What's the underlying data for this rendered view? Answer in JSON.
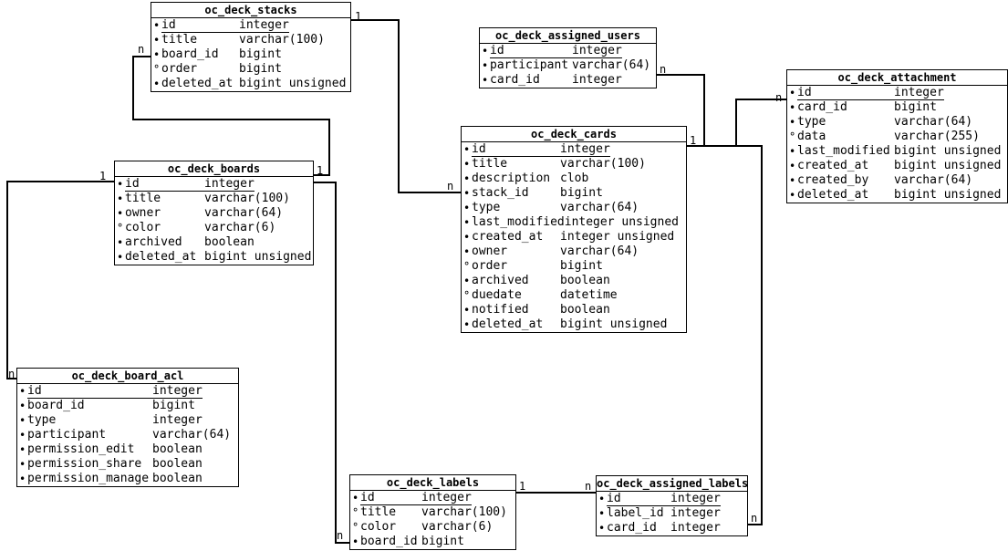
{
  "diagram": {
    "kind": "entity-relationship-diagram",
    "subject": "oc_deck database schema"
  },
  "colors": {
    "background": "#ffffff",
    "line": "#000000",
    "border": "#000000",
    "text": "#000000"
  },
  "tables": [
    {
      "name": "oc_deck_stacks",
      "fields": [
        {
          "bullet": "•",
          "name": "id",
          "type": "integer",
          "pk": true
        },
        {
          "bullet": "•",
          "name": "title",
          "type": "varchar(100)"
        },
        {
          "bullet": "•",
          "name": "board_id",
          "type": "bigint"
        },
        {
          "bullet": "°",
          "name": "order",
          "type": "bigint"
        },
        {
          "bullet": "•",
          "name": "deleted_at",
          "type": "bigint unsigned"
        }
      ]
    },
    {
      "name": "oc_deck_assigned_users",
      "fields": [
        {
          "bullet": "•",
          "name": "id",
          "type": "integer",
          "pk": true
        },
        {
          "bullet": "•",
          "name": "participant",
          "type": "varchar(64)"
        },
        {
          "bullet": "•",
          "name": "card_id",
          "type": "integer"
        }
      ]
    },
    {
      "name": "oc_deck_attachment",
      "fields": [
        {
          "bullet": "•",
          "name": "id",
          "type": "integer",
          "pk": true
        },
        {
          "bullet": "•",
          "name": "card_id",
          "type": "bigint"
        },
        {
          "bullet": "•",
          "name": "type",
          "type": "varchar(64)"
        },
        {
          "bullet": "°",
          "name": "data",
          "type": "varchar(255)"
        },
        {
          "bullet": "•",
          "name": "last_modified",
          "type": "bigint unsigned"
        },
        {
          "bullet": "•",
          "name": "created_at",
          "type": "bigint unsigned"
        },
        {
          "bullet": "•",
          "name": "created_by",
          "type": "varchar(64)"
        },
        {
          "bullet": "•",
          "name": "deleted_at",
          "type": "bigint unsigned"
        }
      ]
    },
    {
      "name": "oc_deck_cards",
      "fields": [
        {
          "bullet": "•",
          "name": "id",
          "type": "integer",
          "pk": true
        },
        {
          "bullet": "•",
          "name": "title",
          "type": "varchar(100)"
        },
        {
          "bullet": "•",
          "name": "description",
          "type": "clob"
        },
        {
          "bullet": "•",
          "name": "stack_id",
          "type": "bigint"
        },
        {
          "bullet": "•",
          "name": "type",
          "type": "varchar(64)"
        },
        {
          "bullet": "•",
          "name": "last_modified",
          "type": "integer unsigned"
        },
        {
          "bullet": "•",
          "name": "created_at",
          "type": "integer unsigned"
        },
        {
          "bullet": "•",
          "name": "owner",
          "type": "varchar(64)"
        },
        {
          "bullet": "°",
          "name": "order",
          "type": "bigint"
        },
        {
          "bullet": "•",
          "name": "archived",
          "type": "boolean"
        },
        {
          "bullet": "°",
          "name": "duedate",
          "type": "datetime"
        },
        {
          "bullet": "•",
          "name": "notified",
          "type": "boolean"
        },
        {
          "bullet": "•",
          "name": "deleted_at",
          "type": "bigint unsigned"
        }
      ]
    },
    {
      "name": "oc_deck_boards",
      "fields": [
        {
          "bullet": "•",
          "name": "id",
          "type": "integer",
          "pk": true
        },
        {
          "bullet": "•",
          "name": "title",
          "type": "varchar(100)"
        },
        {
          "bullet": "•",
          "name": "owner",
          "type": "varchar(64)"
        },
        {
          "bullet": "°",
          "name": "color",
          "type": "varchar(6)"
        },
        {
          "bullet": "•",
          "name": "archived",
          "type": "boolean"
        },
        {
          "bullet": "•",
          "name": "deleted_at",
          "type": "bigint unsigned"
        }
      ]
    },
    {
      "name": "oc_deck_board_acl",
      "fields": [
        {
          "bullet": "•",
          "name": "id",
          "type": "integer",
          "pk": true
        },
        {
          "bullet": "•",
          "name": "board_id",
          "type": "bigint"
        },
        {
          "bullet": "•",
          "name": "type",
          "type": "integer"
        },
        {
          "bullet": "•",
          "name": "participant",
          "type": "varchar(64)"
        },
        {
          "bullet": "•",
          "name": "permission_edit",
          "type": "boolean"
        },
        {
          "bullet": "•",
          "name": "permission_share",
          "type": "boolean"
        },
        {
          "bullet": "•",
          "name": "permission_manage",
          "type": "boolean"
        }
      ]
    },
    {
      "name": "oc_deck_labels",
      "fields": [
        {
          "bullet": "•",
          "name": "id",
          "type": "integer",
          "pk": true
        },
        {
          "bullet": "°",
          "name": "title",
          "type": "varchar(100)"
        },
        {
          "bullet": "°",
          "name": "color",
          "type": "varchar(6)"
        },
        {
          "bullet": "•",
          "name": "board_id",
          "type": "bigint"
        }
      ]
    },
    {
      "name": "oc_deck_assigned_labels",
      "fields": [
        {
          "bullet": "•",
          "name": "id",
          "type": "integer",
          "pk": true
        },
        {
          "bullet": "•",
          "name": "label_id",
          "type": "integer"
        },
        {
          "bullet": "•",
          "name": "card_id",
          "type": "integer"
        }
      ]
    }
  ],
  "relationships": [
    {
      "from": "oc_deck_boards",
      "to": "oc_deck_stacks",
      "from_card": "1",
      "to_card": "n"
    },
    {
      "from": "oc_deck_stacks",
      "to": "oc_deck_cards",
      "from_card": "1",
      "to_card": "n"
    },
    {
      "from": "oc_deck_cards",
      "to": "oc_deck_assigned_users",
      "from_card": "1",
      "to_card": "n"
    },
    {
      "from": "oc_deck_cards",
      "to": "oc_deck_attachment",
      "from_card": "1",
      "to_card": "n"
    },
    {
      "from": "oc_deck_boards",
      "to": "oc_deck_labels",
      "from_card": "1",
      "to_card": "n"
    },
    {
      "from": "oc_deck_cards",
      "to": "oc_deck_assigned_labels",
      "from_card": "1",
      "to_card": "n"
    },
    {
      "from": "oc_deck_labels",
      "to": "oc_deck_assigned_labels",
      "from_card": "1",
      "to_card": "n"
    },
    {
      "from": "oc_deck_boards",
      "to": "oc_deck_board_acl",
      "from_card": "1",
      "to_card": "n"
    }
  ]
}
